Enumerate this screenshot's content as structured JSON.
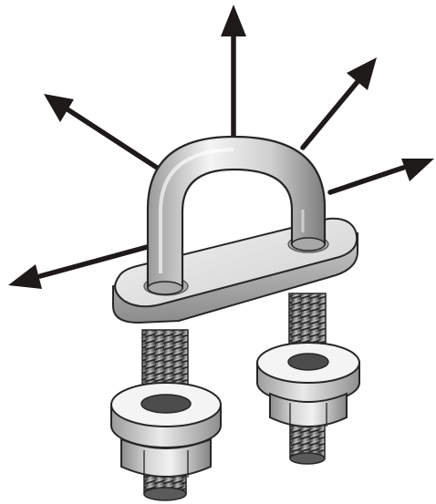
{
  "diagram": {
    "subject": "u-bolt-icon",
    "component_names": [
      "u-bolt-bend",
      "saddle-plate",
      "threaded-leg-left",
      "threaded-leg-right",
      "washer-left",
      "washer-right",
      "hex-nut-left",
      "hex-nut-right"
    ],
    "arrow_count": 5,
    "colors": {
      "arrow": "#1e1a1a",
      "steel_light": "#f0f0f0",
      "steel_mid": "#bdbdbd",
      "steel_dark": "#6f6f6f",
      "thread_dark": "#4a4a4a",
      "outline": "#262626"
    }
  }
}
